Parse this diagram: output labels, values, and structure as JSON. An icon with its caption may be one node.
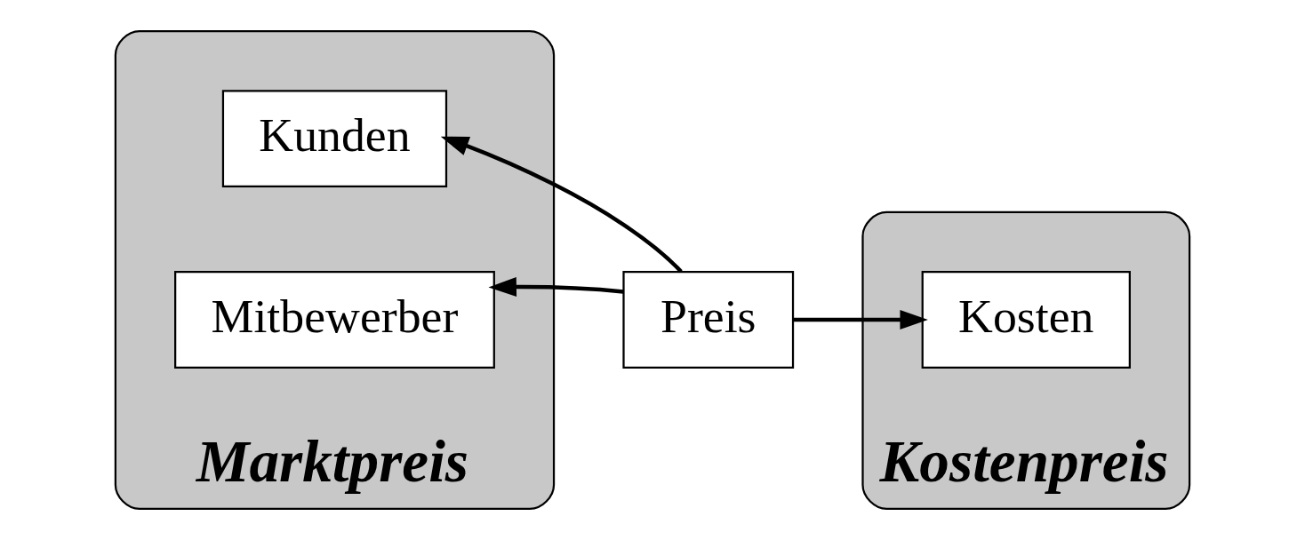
{
  "diagram": {
    "nodes": [
      {
        "text": [
          "Marktpreis"
        ]
      },
      {
        "text": [
          "Kunden"
        ],
        "in": 0
      },
      {
        "text": [
          "Mitbewerber"
        ],
        "in": 0
      },
      {
        "text": [
          "Preis"
        ]
      },
      {
        "text": [
          "Kostenpreis"
        ]
      },
      {
        "text": [
          "Kosten"
        ],
        "in": 4
      }
    ],
    "edges": [
      {
        "from": 3,
        "to": 1,
        "arrow": "to"
      },
      {
        "from": 3,
        "to": 2,
        "arrow": "to"
      },
      {
        "from": 3,
        "to": 5,
        "arrow": "to"
      }
    ]
  }
}
